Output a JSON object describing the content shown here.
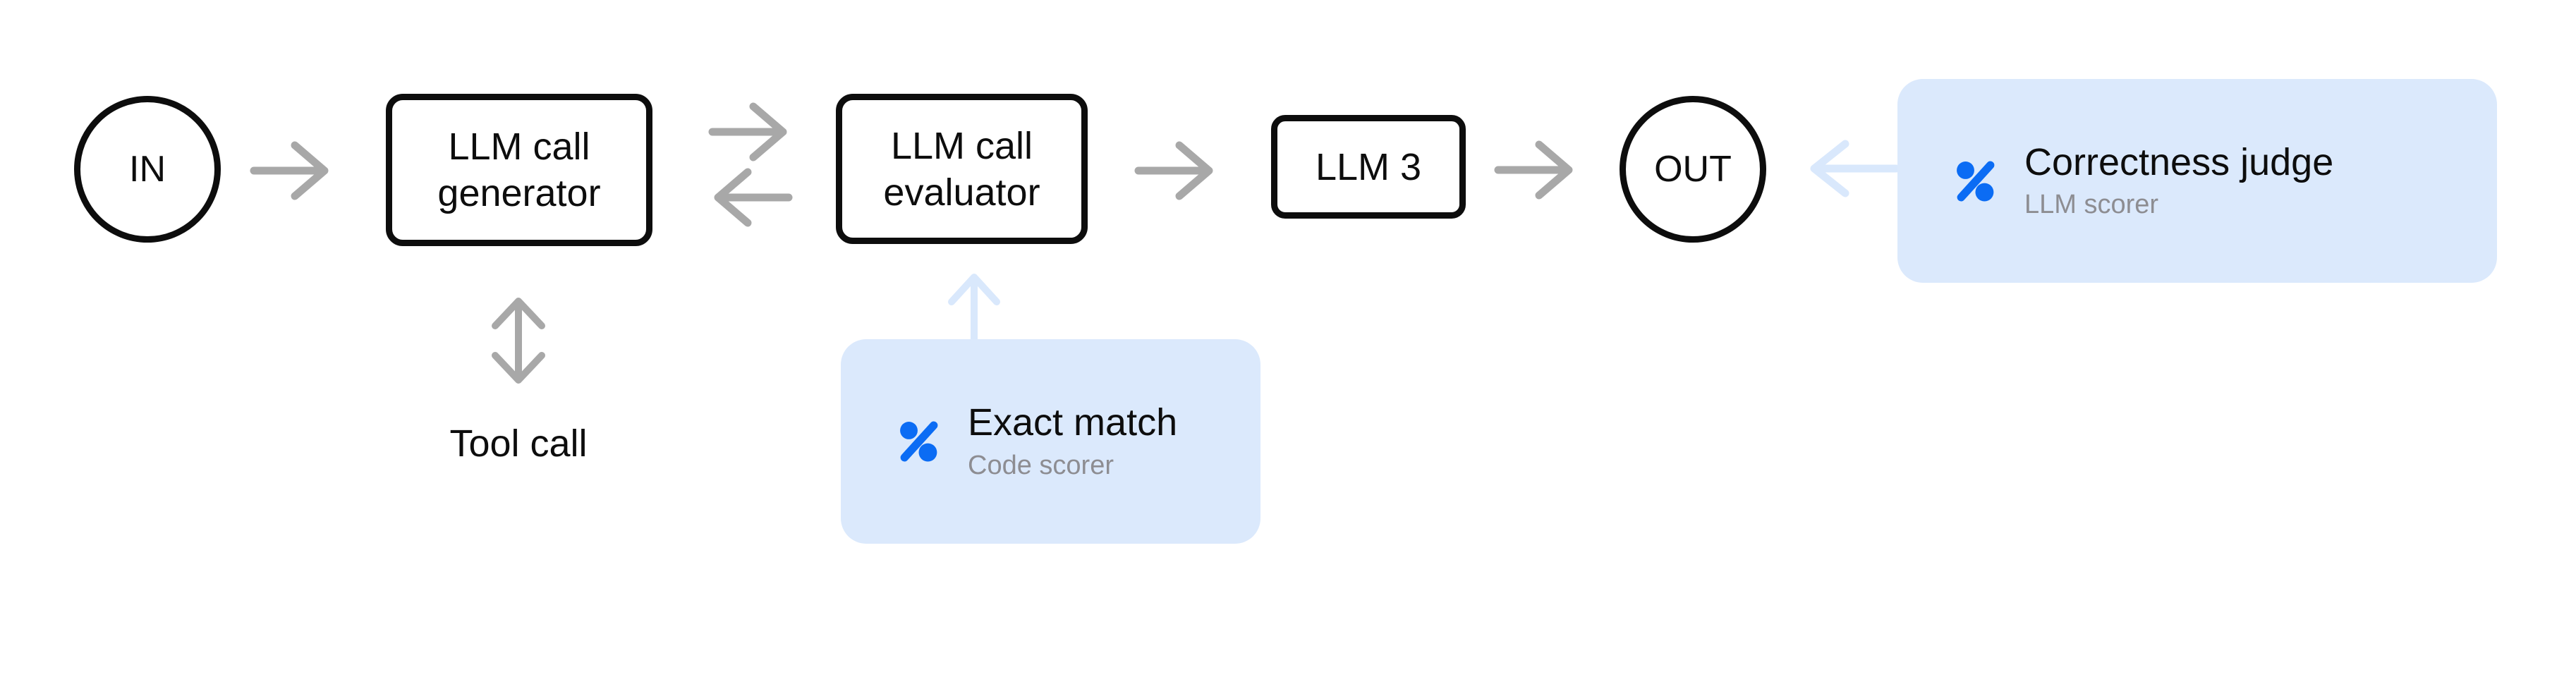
{
  "diagram": {
    "type": "flow-pipeline",
    "nodes": {
      "input": {
        "label": "IN",
        "shape": "circle"
      },
      "generator": {
        "label_line1": "LLM call",
        "label_line2": "generator",
        "shape": "rect"
      },
      "evaluator": {
        "label_line1": "LLM call",
        "label_line2": "evaluator",
        "shape": "rect"
      },
      "llm3": {
        "label": "LLM 3",
        "shape": "rect"
      },
      "output": {
        "label": "OUT",
        "shape": "circle"
      }
    },
    "annotations": {
      "tool_call": {
        "label": "Tool call"
      }
    },
    "scorers": {
      "exact_match": {
        "title": "Exact match",
        "subtitle": "Code scorer",
        "icon": "percent-scorer-icon"
      },
      "correctness_judge": {
        "title": "Correctness judge",
        "subtitle": "LLM scorer",
        "icon": "percent-scorer-icon"
      }
    },
    "edges": [
      {
        "from": "input",
        "to": "generator",
        "style": "gray-right-arrow"
      },
      {
        "from": "generator",
        "to": "evaluator",
        "style": "gray-right-arrow"
      },
      {
        "from": "evaluator",
        "to": "generator",
        "style": "gray-left-arrow"
      },
      {
        "from": "generator",
        "to": "tool_call",
        "style": "gray-vertical-double-arrow"
      },
      {
        "from": "evaluator",
        "to": "llm3",
        "style": "gray-right-arrow"
      },
      {
        "from": "llm3",
        "to": "output",
        "style": "gray-right-arrow"
      },
      {
        "from": "exact_match",
        "to": "evaluator",
        "style": "blue-up-arrow"
      },
      {
        "from": "correctness_judge",
        "to": "output",
        "style": "blue-left-arrow"
      }
    ]
  },
  "colors": {
    "canvas_bg": "#ffffff",
    "node_border": "#0d0d0d",
    "text_black": "#0d0d0d",
    "arrow_gray": "#a8a8a8",
    "arrow_blue": "#d9e8fc",
    "card_bg": "#dbe9fc",
    "icon_blue": "#0b6cf4",
    "subtitle_gray": "#8d8d92"
  }
}
